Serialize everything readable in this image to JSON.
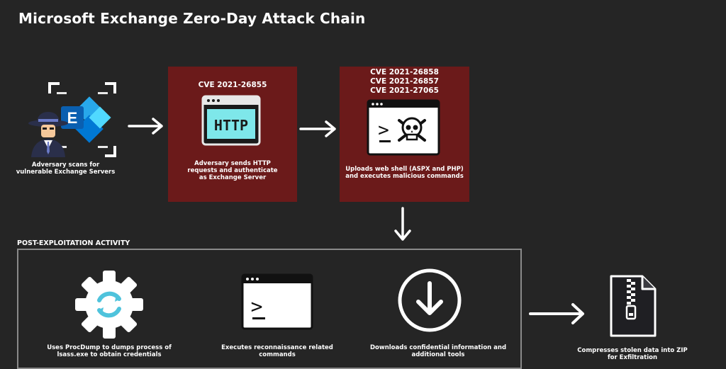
{
  "title": "Microsoft Exchange Zero-Day Attack Chain",
  "steps": {
    "scan": {
      "caption": "Adversary scans for vulnerable Exchange Servers"
    },
    "auth": {
      "cve": "CVE 2021-26855",
      "icon_text": "HTTP",
      "caption": "Adversary sends HTTP requests and authenticate as Exchange Server"
    },
    "webshell": {
      "cves": [
        "CVE 2021-26858",
        "CVE 2021-26857",
        "CVE 2021-27065"
      ],
      "icon_text": ">",
      "caption": "Uploads web shell (ASPX and PHP) and executes malicious commands"
    }
  },
  "post": {
    "label": "POST-EXPLOITATION ACTIVITY",
    "items": [
      {
        "caption": "Uses ProcDump to dumps process of lsass.exe to obtain credentials"
      },
      {
        "caption": "Executes reconnaissance related commands",
        "icon_text": ">"
      },
      {
        "caption": "Downloads confidential information and additional tools"
      }
    ]
  },
  "exfil": {
    "caption": "Compresses stolen data into ZIP for Exfiltration"
  },
  "colors": {
    "background": "#252525",
    "red_box": "#6b1a1a",
    "cyan": "#7ee7ea",
    "dark": "#1a1a1a"
  },
  "icons": [
    "hacker-icon",
    "exchange-logo-icon",
    "browser-http-icon",
    "terminal-skull-icon",
    "gear-sync-icon",
    "terminal-icon",
    "download-icon",
    "zip-file-icon",
    "arrow-right-icon",
    "arrow-down-icon"
  ]
}
